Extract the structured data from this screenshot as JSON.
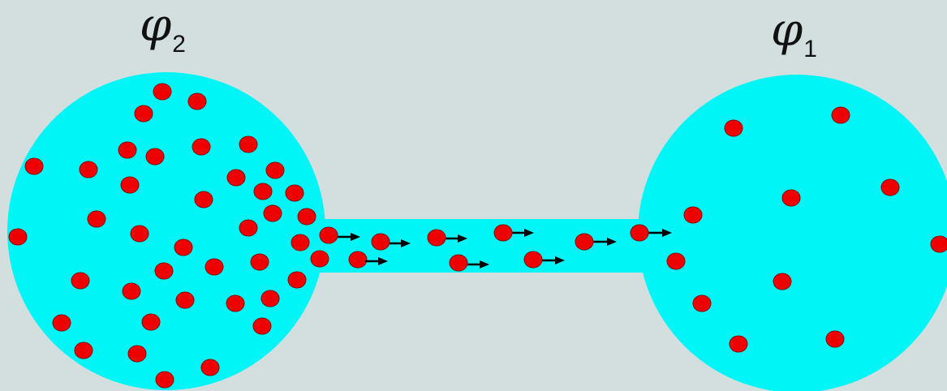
{
  "colors": {
    "background": "#d3dfdf",
    "reservoir_fill": "#00f6f6",
    "particle_fill": "#ee0000",
    "particle_stroke": "#8a0000",
    "arrow": "#000000"
  },
  "labels": {
    "left_symbol": "φ",
    "left_subscript": "2",
    "right_symbol": "φ",
    "right_subscript": "1"
  },
  "icons": {
    "particle": "red-dot-icon",
    "flow": "arrow-right-icon"
  }
}
